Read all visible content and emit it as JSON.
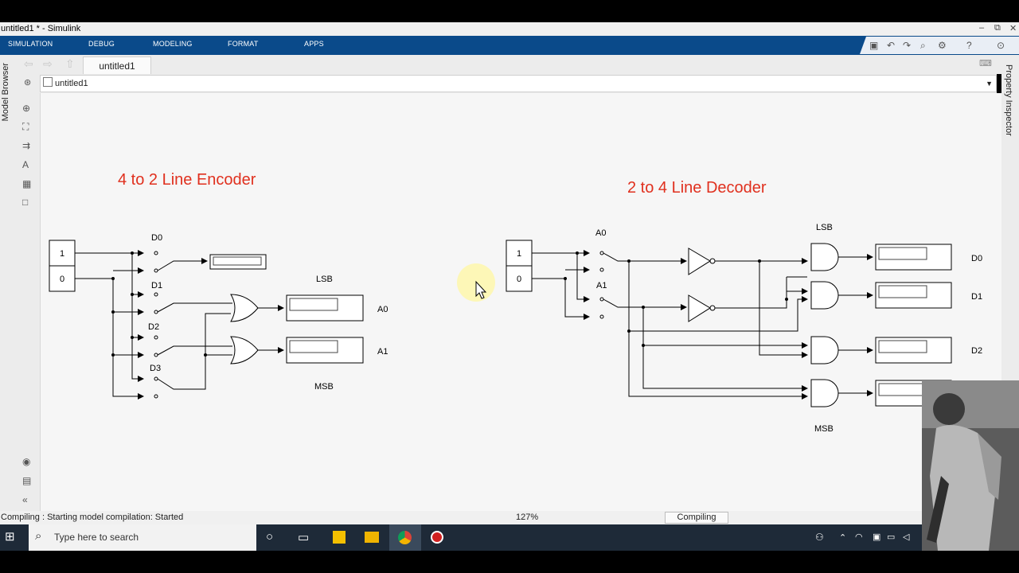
{
  "window": {
    "title": "untitled1 * - Simulink",
    "controls": [
      "–",
      "⧉",
      "✕"
    ]
  },
  "ribbon": {
    "tabs": [
      "SIMULATION",
      "DEBUG",
      "MODELING",
      "FORMAT",
      "APPS"
    ]
  },
  "tabbar": {
    "active_tab": "untitled1"
  },
  "address": {
    "path": "untitled1"
  },
  "sidebars": {
    "left": "Model Browser",
    "right": "Property Inspector"
  },
  "encoder": {
    "title": "4 to 2 Line Encoder",
    "const1": "1",
    "const0": "0",
    "switch_labels": [
      "D0",
      "D1",
      "D2",
      "D3"
    ],
    "lsb": "LSB",
    "msb": "MSB",
    "outputs": [
      "A0",
      "A1"
    ]
  },
  "decoder": {
    "title": "2 to 4 Line Decoder",
    "const1": "1",
    "const0": "0",
    "switch_labels": [
      "A0",
      "A1"
    ],
    "lsb": "LSB",
    "msb": "MSB",
    "outputs": [
      "D0",
      "D1",
      "D2"
    ]
  },
  "status": {
    "message": "Compiling : Starting model compilation: Started",
    "zoom": "127%",
    "state": "Compiling"
  },
  "taskbar": {
    "search_placeholder": "Type here to search"
  },
  "colors": {
    "ribbon": "#0a4a8a",
    "title_red": "#e0301e",
    "canvas": "#f6f6f6",
    "taskbar": "#1e2a38"
  }
}
